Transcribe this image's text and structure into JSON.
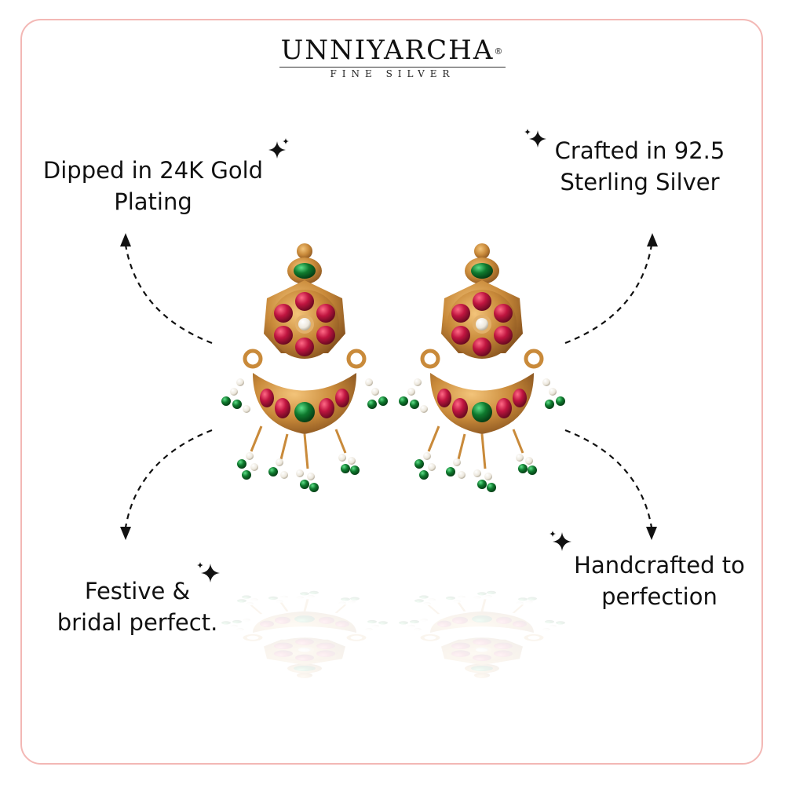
{
  "brand": {
    "name": "UNNIYARCHA",
    "registered_mark": "®",
    "tagline": "FINE SILVER"
  },
  "features": {
    "top_left": {
      "line1": "Dipped in 24K Gold",
      "line2": "Plating"
    },
    "top_right": {
      "line1": "Crafted in 92.5",
      "line2": "Sterling Silver"
    },
    "bottom_left": {
      "line1": "Festive &",
      "line2": "bridal perfect."
    },
    "bottom_right": {
      "line1": "Handcrafted to",
      "line2": "perfection"
    }
  },
  "icons": {
    "sparkle": "four-point-star",
    "arrow": "dashed-curved-arrow",
    "product": "chandbali-earrings"
  },
  "colors": {
    "frame_border": "#f3b8b5",
    "text": "#111111",
    "gold": "#c98a3a",
    "ruby": "#b3123c",
    "emerald": "#0f7a2e",
    "pearl": "#f4f1ea"
  }
}
